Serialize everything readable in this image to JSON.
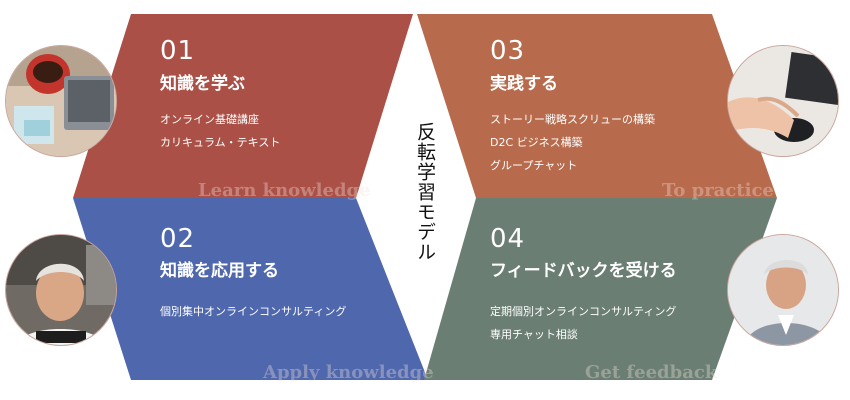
{
  "center_title": "反転学習モデル",
  "quadrants": [
    {
      "number": "01",
      "title": "知識を学ぶ",
      "items": [
        "オンライン基礎講座",
        "カリキュラム・テキスト"
      ],
      "watermark": "Learn knowledge",
      "color": "#ab5047",
      "photo_icon": "laptop-coffee-photo"
    },
    {
      "number": "03",
      "title": "実践する",
      "items": [
        "ストーリー戦略スクリューの構築",
        "D2C ビジネス構築",
        "グループチャット"
      ],
      "watermark": "To practice",
      "color": "#b76b4c",
      "photo_icon": "hand-mouse-photo"
    },
    {
      "number": "02",
      "title": "知識を応用する",
      "items": [
        "個別集中オンラインコンサルティング"
      ],
      "watermark": "Apply knowledge",
      "color": "#4f67ad",
      "photo_icon": "consultant-webcam-photo"
    },
    {
      "number": "04",
      "title": "フィードバックを受ける",
      "items": [
        "定期個別オンラインコンサルティング",
        "専用チャット相談"
      ],
      "watermark": "Get feedback",
      "color": "#6b7e73",
      "photo_icon": "consultant-smiling-photo"
    }
  ]
}
